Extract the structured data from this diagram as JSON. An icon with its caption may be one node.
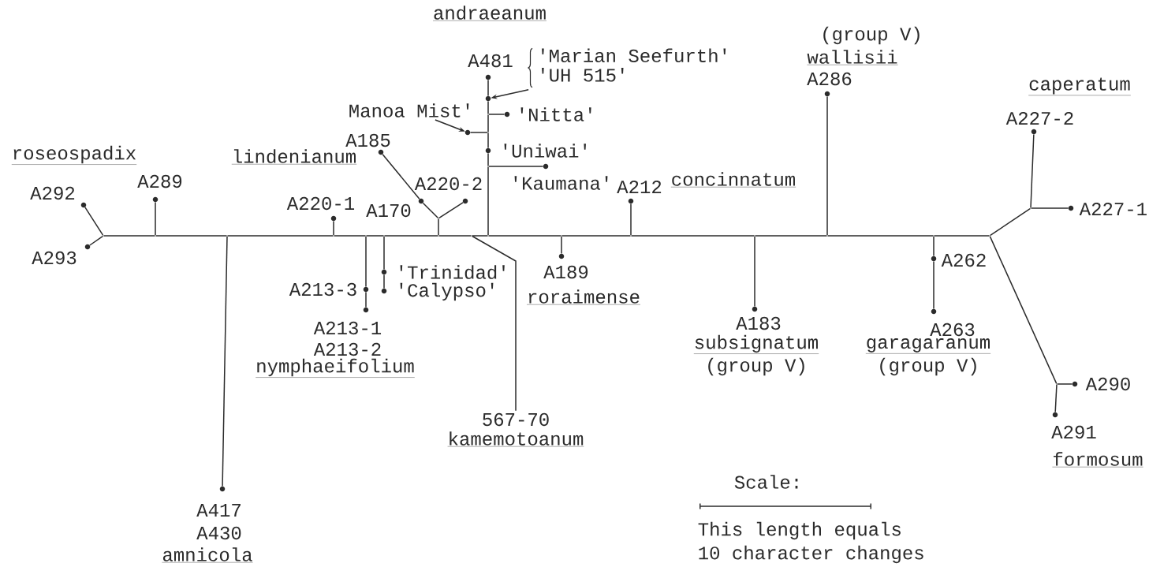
{
  "diagram": {
    "nodes": [
      {
        "text": [],
        "shape": "point"
      },
      {
        "text": [],
        "shape": "dot",
        "beside": [
          "A292"
        ]
      },
      {
        "text": [],
        "shape": "dot",
        "beside": [
          "A293"
        ]
      },
      {
        "text": [],
        "shape": "point"
      },
      {
        "text": [],
        "shape": "dot",
        "beside": [
          "A289"
        ]
      },
      {
        "text": [],
        "shape": "point"
      },
      {
        "text": [],
        "shape": "dot",
        "beside": [
          "A417",
          "A430"
        ]
      },
      {
        "text": [],
        "shape": "point"
      },
      {
        "text": [],
        "shape": "dot",
        "beside": [
          "A220-1"
        ]
      },
      {
        "text": [],
        "shape": "point"
      },
      {
        "text": [],
        "shape": "dot",
        "beside": [
          "A213-3"
        ]
      },
      {
        "text": [],
        "shape": "dot",
        "beside": [
          "A213-1",
          "A213-2"
        ]
      },
      {
        "text": [],
        "shape": "point"
      },
      {
        "text": [],
        "shape": "dot",
        "beside": [
          "'Trinidad'"
        ]
      },
      {
        "text": [],
        "shape": "dot",
        "beside": [
          "'Calypso'"
        ]
      },
      {
        "text": [],
        "shape": "point"
      },
      {
        "text": [],
        "shape": "point"
      },
      {
        "text": [],
        "shape": "dot",
        "beside": [
          "A170"
        ]
      },
      {
        "text": [],
        "shape": "dot",
        "beside": [
          "A185"
        ]
      },
      {
        "text": [],
        "shape": "dot",
        "beside": [
          "A220-2"
        ]
      },
      {
        "text": [],
        "shape": "point"
      },
      {
        "text": [
          "567-70"
        ]
      },
      {
        "text": [],
        "shape": "point"
      },
      {
        "text": [],
        "shape": "point"
      },
      {
        "text": [],
        "shape": "dot",
        "beside": [
          "'Kaumana'"
        ]
      },
      {
        "text": [],
        "shape": "dot",
        "beside": [
          "'Uniwai'"
        ]
      },
      {
        "text": [],
        "shape": "point"
      },
      {
        "text": [],
        "shape": "dot"
      },
      {
        "text": [],
        "shape": "point"
      },
      {
        "text": [],
        "shape": "dot",
        "beside": [
          "'Nitta'"
        ]
      },
      {
        "text": [],
        "shape": "dot"
      },
      {
        "text": [],
        "shape": "dot",
        "beside": [
          "A481"
        ]
      },
      {
        "text": [
          "'Marian Seefurth'",
          "'UH 515'"
        ]
      },
      {
        "text": [
          "Manoa Mist'"
        ]
      },
      {
        "text": [],
        "shape": "point"
      },
      {
        "text": [],
        "shape": "dot",
        "beside": [
          "A189"
        ]
      },
      {
        "text": [],
        "shape": "point"
      },
      {
        "text": [],
        "shape": "dot",
        "beside": [
          "A212"
        ]
      },
      {
        "text": [],
        "shape": "point"
      },
      {
        "text": [],
        "shape": "dot",
        "beside": [
          "A183"
        ]
      },
      {
        "text": [],
        "shape": "point"
      },
      {
        "text": [],
        "shape": "dot",
        "beside": [
          "A286"
        ]
      },
      {
        "text": [],
        "shape": "point"
      },
      {
        "text": [],
        "shape": "dot",
        "beside": [
          "A262"
        ]
      },
      {
        "text": [],
        "shape": "dot",
        "beside": [
          "A263"
        ]
      },
      {
        "text": [],
        "shape": "point"
      },
      {
        "text": [],
        "shape": "point"
      },
      {
        "text": [],
        "shape": "dot",
        "beside": [
          "A227-2"
        ]
      },
      {
        "text": [],
        "shape": "dot",
        "beside": [
          "A227-1"
        ]
      },
      {
        "text": [],
        "shape": "point"
      },
      {
        "text": [],
        "shape": "dot",
        "beside": [
          "A290"
        ]
      },
      {
        "text": [],
        "shape": "dot",
        "beside": [
          "A291"
        ]
      }
    ],
    "edges": [
      {
        "from": 0,
        "to": 3,
        "arrow": "none"
      },
      {
        "from": 3,
        "to": 5,
        "arrow": "none"
      },
      {
        "from": 5,
        "to": 7,
        "arrow": "none"
      },
      {
        "from": 7,
        "to": 9,
        "arrow": "none"
      },
      {
        "from": 9,
        "to": 12,
        "arrow": "none"
      },
      {
        "from": 12,
        "to": 15,
        "arrow": "none"
      },
      {
        "from": 15,
        "to": 20,
        "arrow": "none"
      },
      {
        "from": 20,
        "to": 22,
        "arrow": "none"
      },
      {
        "from": 22,
        "to": 34,
        "arrow": "none"
      },
      {
        "from": 34,
        "to": 36,
        "arrow": "none"
      },
      {
        "from": 36,
        "to": 38,
        "arrow": "none"
      },
      {
        "from": 38,
        "to": 40,
        "arrow": "none"
      },
      {
        "from": 40,
        "to": 42,
        "arrow": "none"
      },
      {
        "from": 42,
        "to": 45,
        "arrow": "none"
      },
      {
        "from": 0,
        "to": 1,
        "arrow": "none"
      },
      {
        "from": 0,
        "to": 2,
        "arrow": "none"
      },
      {
        "from": 3,
        "to": 4,
        "arrow": "none"
      },
      {
        "from": 5,
        "to": 6,
        "arrow": "none"
      },
      {
        "from": 7,
        "to": 8,
        "arrow": "none"
      },
      {
        "from": 9,
        "to": 10,
        "arrow": "none"
      },
      {
        "from": 10,
        "to": 11,
        "arrow": "none"
      },
      {
        "from": 12,
        "to": 13,
        "arrow": "none"
      },
      {
        "from": 13,
        "to": 14,
        "arrow": "none"
      },
      {
        "from": 15,
        "to": 16,
        "arrow": "none"
      },
      {
        "from": 16,
        "to": 17,
        "arrow": "none"
      },
      {
        "from": 17,
        "to": 18,
        "arrow": "none"
      },
      {
        "from": 16,
        "to": 19,
        "arrow": "none"
      },
      {
        "from": 20,
        "to": 21,
        "arrow": "none"
      },
      {
        "from": 22,
        "to": 23,
        "arrow": "none"
      },
      {
        "from": 23,
        "to": 24,
        "arrow": "none"
      },
      {
        "from": 23,
        "to": 25,
        "arrow": "none"
      },
      {
        "from": 25,
        "to": 26,
        "arrow": "none"
      },
      {
        "from": 26,
        "to": 27,
        "arrow": "none"
      },
      {
        "from": 26,
        "to": 28,
        "arrow": "none"
      },
      {
        "from": 28,
        "to": 29,
        "arrow": "none"
      },
      {
        "from": 28,
        "to": 30,
        "arrow": "none"
      },
      {
        "from": 30,
        "to": 31,
        "arrow": "none"
      },
      {
        "from": 32,
        "to": 30,
        "arrow": "to"
      },
      {
        "from": 33,
        "to": 27,
        "arrow": "to"
      },
      {
        "from": 34,
        "to": 35,
        "arrow": "none"
      },
      {
        "from": 36,
        "to": 37,
        "arrow": "none"
      },
      {
        "from": 38,
        "to": 39,
        "arrow": "none"
      },
      {
        "from": 40,
        "to": 41,
        "arrow": "none"
      },
      {
        "from": 42,
        "to": 43,
        "arrow": "none"
      },
      {
        "from": 43,
        "to": 44,
        "arrow": "none"
      },
      {
        "from": 45,
        "to": 46,
        "arrow": "none"
      },
      {
        "from": 46,
        "to": 47,
        "arrow": "none"
      },
      {
        "from": 46,
        "to": 48,
        "arrow": "none"
      },
      {
        "from": 45,
        "to": 49,
        "arrow": "none"
      },
      {
        "from": 49,
        "to": 50,
        "arrow": "none"
      },
      {
        "from": 49,
        "to": 51,
        "arrow": "none"
      }
    ],
    "labels": [
      "andraeanum",
      "(group V)",
      "wallisii",
      "caperatum",
      "roseospadix",
      "lindenianum",
      "concinnatum",
      "roraimense",
      "subsignatum",
      "garagaranum",
      "nymphaeifolium",
      "(group V)",
      "(group V)",
      "kamemotoanum",
      "formosum",
      "Scale:",
      "This length equals",
      "amnicola",
      "10 character changes"
    ]
  }
}
